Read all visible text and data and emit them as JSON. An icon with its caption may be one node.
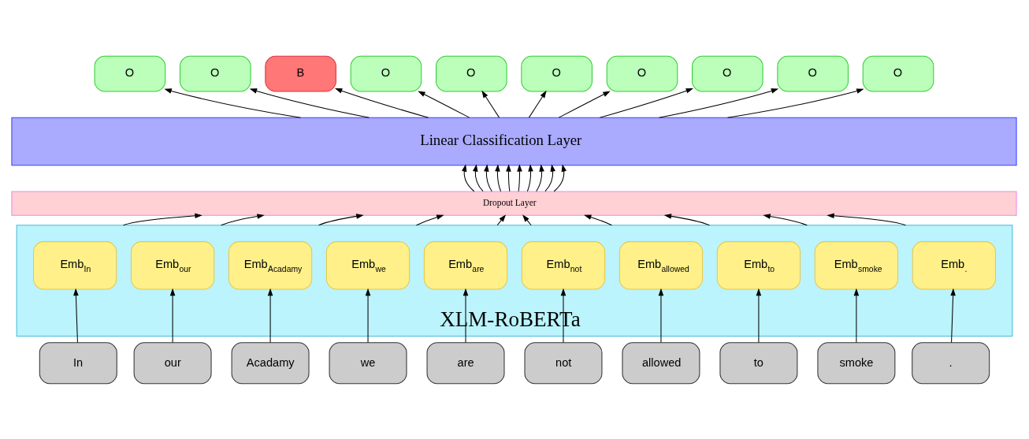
{
  "diagram": {
    "nodes": [
      {
        "text": [
          "O"
        ]
      },
      {
        "text": [
          "O"
        ]
      },
      {
        "text": [
          "B"
        ]
      },
      {
        "text": [
          "O"
        ]
      },
      {
        "text": [
          "O"
        ]
      },
      {
        "text": [
          "O"
        ]
      },
      {
        "text": [
          "O"
        ]
      },
      {
        "text": [
          "O"
        ]
      },
      {
        "text": [
          "O"
        ]
      },
      {
        "text": [
          "O"
        ]
      },
      {
        "text": [
          "Linear Classification Layer"
        ]
      },
      {
        "text": [
          "Dropout Layer"
        ]
      },
      {
        "text": [
          "XLM-RoBERTa"
        ]
      },
      {
        "text": [
          "Emb$_{In}$"
        ],
        "in": 12
      },
      {
        "text": [
          "Emb$_{our}$"
        ],
        "in": 12
      },
      {
        "text": [
          "Emb$_{Acadamy}$"
        ],
        "in": 12
      },
      {
        "text": [
          "Emb$_{we}$"
        ],
        "in": 12
      },
      {
        "text": [
          "Emb$_{are}$"
        ],
        "in": 12
      },
      {
        "text": [
          "Emb$_{not}$"
        ],
        "in": 12
      },
      {
        "text": [
          "Emb$_{allowed}$"
        ],
        "in": 12
      },
      {
        "text": [
          "Emb$_{to}$"
        ],
        "in": 12
      },
      {
        "text": [
          "Emb$_{smoke}$"
        ],
        "in": 12
      },
      {
        "text": [
          "Emb$_{.}$"
        ],
        "in": 12
      },
      {
        "text": [
          "In"
        ]
      },
      {
        "text": [
          "our"
        ]
      },
      {
        "text": [
          "Acadamy"
        ]
      },
      {
        "text": [
          "we"
        ]
      },
      {
        "text": [
          "are"
        ]
      },
      {
        "text": [
          "not"
        ]
      },
      {
        "text": [
          "allowed"
        ]
      },
      {
        "text": [
          "to"
        ]
      },
      {
        "text": [
          "smoke"
        ]
      },
      {
        "text": [
          "."
        ]
      }
    ],
    "edges": [
      {
        "from": 23,
        "to": 13,
        "arrow": "to"
      },
      {
        "from": 24,
        "to": 14,
        "arrow": "to"
      },
      {
        "from": 25,
        "to": 15,
        "arrow": "to"
      },
      {
        "from": 26,
        "to": 16,
        "arrow": "to"
      },
      {
        "from": 27,
        "to": 17,
        "arrow": "to"
      },
      {
        "from": 28,
        "to": 18,
        "arrow": "to"
      },
      {
        "from": 29,
        "to": 19,
        "arrow": "to"
      },
      {
        "from": 30,
        "to": 20,
        "arrow": "to"
      },
      {
        "from": 31,
        "to": 21,
        "arrow": "to"
      },
      {
        "from": 32,
        "to": 22,
        "arrow": "to"
      },
      {
        "from": 12,
        "to": 11,
        "arrow": "to"
      },
      {
        "from": 12,
        "to": 11,
        "arrow": "to"
      },
      {
        "from": 12,
        "to": 11,
        "arrow": "to"
      },
      {
        "from": 12,
        "to": 11,
        "arrow": "to"
      },
      {
        "from": 12,
        "to": 11,
        "arrow": "to"
      },
      {
        "from": 12,
        "to": 11,
        "arrow": "to"
      },
      {
        "from": 12,
        "to": 11,
        "arrow": "to"
      },
      {
        "from": 12,
        "to": 11,
        "arrow": "to"
      },
      {
        "from": 12,
        "to": 11,
        "arrow": "to"
      },
      {
        "from": 12,
        "to": 11,
        "arrow": "to"
      },
      {
        "from": 11,
        "to": 10,
        "arrow": "to"
      },
      {
        "from": 11,
        "to": 10,
        "arrow": "to"
      },
      {
        "from": 11,
        "to": 10,
        "arrow": "to"
      },
      {
        "from": 11,
        "to": 10,
        "arrow": "to"
      },
      {
        "from": 11,
        "to": 10,
        "arrow": "to"
      },
      {
        "from": 11,
        "to": 10,
        "arrow": "to"
      },
      {
        "from": 11,
        "to": 10,
        "arrow": "to"
      },
      {
        "from": 11,
        "to": 10,
        "arrow": "to"
      },
      {
        "from": 11,
        "to": 10,
        "arrow": "to"
      },
      {
        "from": 11,
        "to": 10,
        "arrow": "to"
      },
      {
        "from": 10,
        "to": 0,
        "arrow": "to"
      },
      {
        "from": 10,
        "to": 1,
        "arrow": "to"
      },
      {
        "from": 10,
        "to": 2,
        "arrow": "to"
      },
      {
        "from": 10,
        "to": 3,
        "arrow": "to"
      },
      {
        "from": 10,
        "to": 4,
        "arrow": "to"
      },
      {
        "from": 10,
        "to": 5,
        "arrow": "to"
      },
      {
        "from": 10,
        "to": 6,
        "arrow": "to"
      },
      {
        "from": 10,
        "to": 7,
        "arrow": "to"
      },
      {
        "from": 10,
        "to": 8,
        "arrow": "to"
      },
      {
        "from": 10,
        "to": 9,
        "arrow": "to"
      }
    ]
  }
}
